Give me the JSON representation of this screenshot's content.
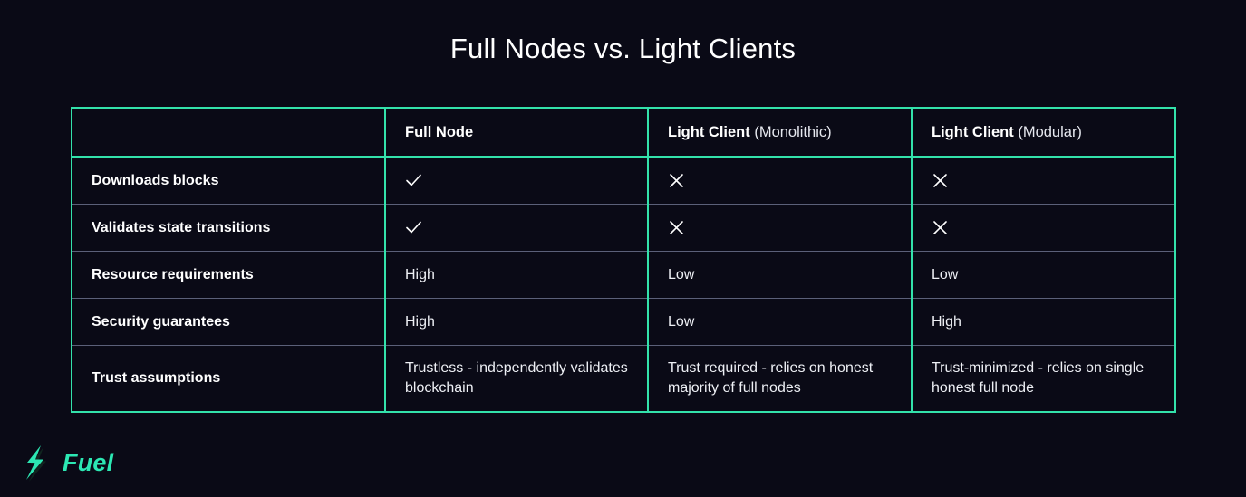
{
  "page": {
    "title": "Full Nodes vs. Light Clients",
    "background_color": "#0a0a16",
    "accent_color": "#33e2ab",
    "divider_color": "#5b6079",
    "text_color": "#ffffff"
  },
  "table": {
    "headers": [
      {
        "label": "",
        "paren": ""
      },
      {
        "label": "Full Node",
        "paren": ""
      },
      {
        "label": "Light Client",
        "paren": "(Monolithic)"
      },
      {
        "label": "Light Client",
        "paren": "(Modular)"
      }
    ],
    "rows": [
      {
        "label": "Downloads blocks",
        "full_node": "check-icon",
        "light_monolithic": "cross-icon",
        "light_modular": "cross-icon",
        "type": "icon"
      },
      {
        "label": "Validates state transitions",
        "full_node": "check-icon",
        "light_monolithic": "cross-icon",
        "light_modular": "cross-icon",
        "type": "icon"
      },
      {
        "label": "Resource requirements",
        "full_node": "High",
        "light_monolithic": "Low",
        "light_modular": "Low",
        "type": "text"
      },
      {
        "label": "Security guarantees",
        "full_node": "High",
        "light_monolithic": "Low",
        "light_modular": "High",
        "type": "text"
      },
      {
        "label": "Trust assumptions",
        "full_node": "Trustless - independently validates blockchain",
        "light_monolithic": "Trust required - relies on honest majority of full nodes",
        "light_modular": "Trust-minimized - relies on single honest full node",
        "type": "text"
      }
    ]
  },
  "brand": {
    "icon": "fuel-bolt-icon",
    "name": "Fuel",
    "color": "#2ce8b3"
  }
}
